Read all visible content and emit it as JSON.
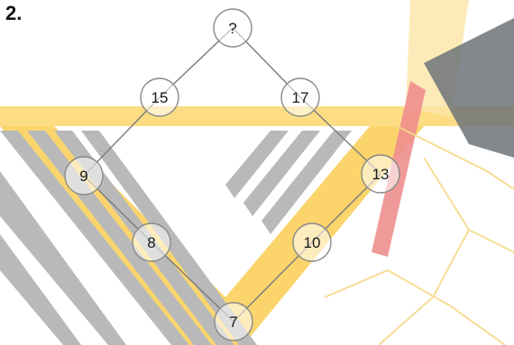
{
  "question_number": "2.",
  "tree": {
    "nodes": [
      {
        "id": "top",
        "label": "?"
      },
      {
        "id": "left-1",
        "label": "15"
      },
      {
        "id": "right-1",
        "label": "17"
      },
      {
        "id": "left-2",
        "label": "9"
      },
      {
        "id": "right-2",
        "label": "13"
      },
      {
        "id": "left-3",
        "label": "8"
      },
      {
        "id": "right-3",
        "label": "10"
      },
      {
        "id": "bottom",
        "label": "7"
      }
    ],
    "edges": [
      [
        "top",
        "left-1"
      ],
      [
        "top",
        "right-1"
      ],
      [
        "left-1",
        "left-2"
      ],
      [
        "right-1",
        "right-2"
      ],
      [
        "left-2",
        "left-3"
      ],
      [
        "right-2",
        "right-3"
      ],
      [
        "left-3",
        "bottom"
      ],
      [
        "right-3",
        "bottom"
      ]
    ]
  },
  "colors": {
    "node_fill": "#ffffff",
    "node_stroke": "#8a8a8a",
    "edge": "#7a7a7a",
    "watermark_gold": "#fbd56c",
    "watermark_gray": "#bdbdbd",
    "watermark_dark": "#6d7378",
    "watermark_red": "#ee8e8e"
  }
}
